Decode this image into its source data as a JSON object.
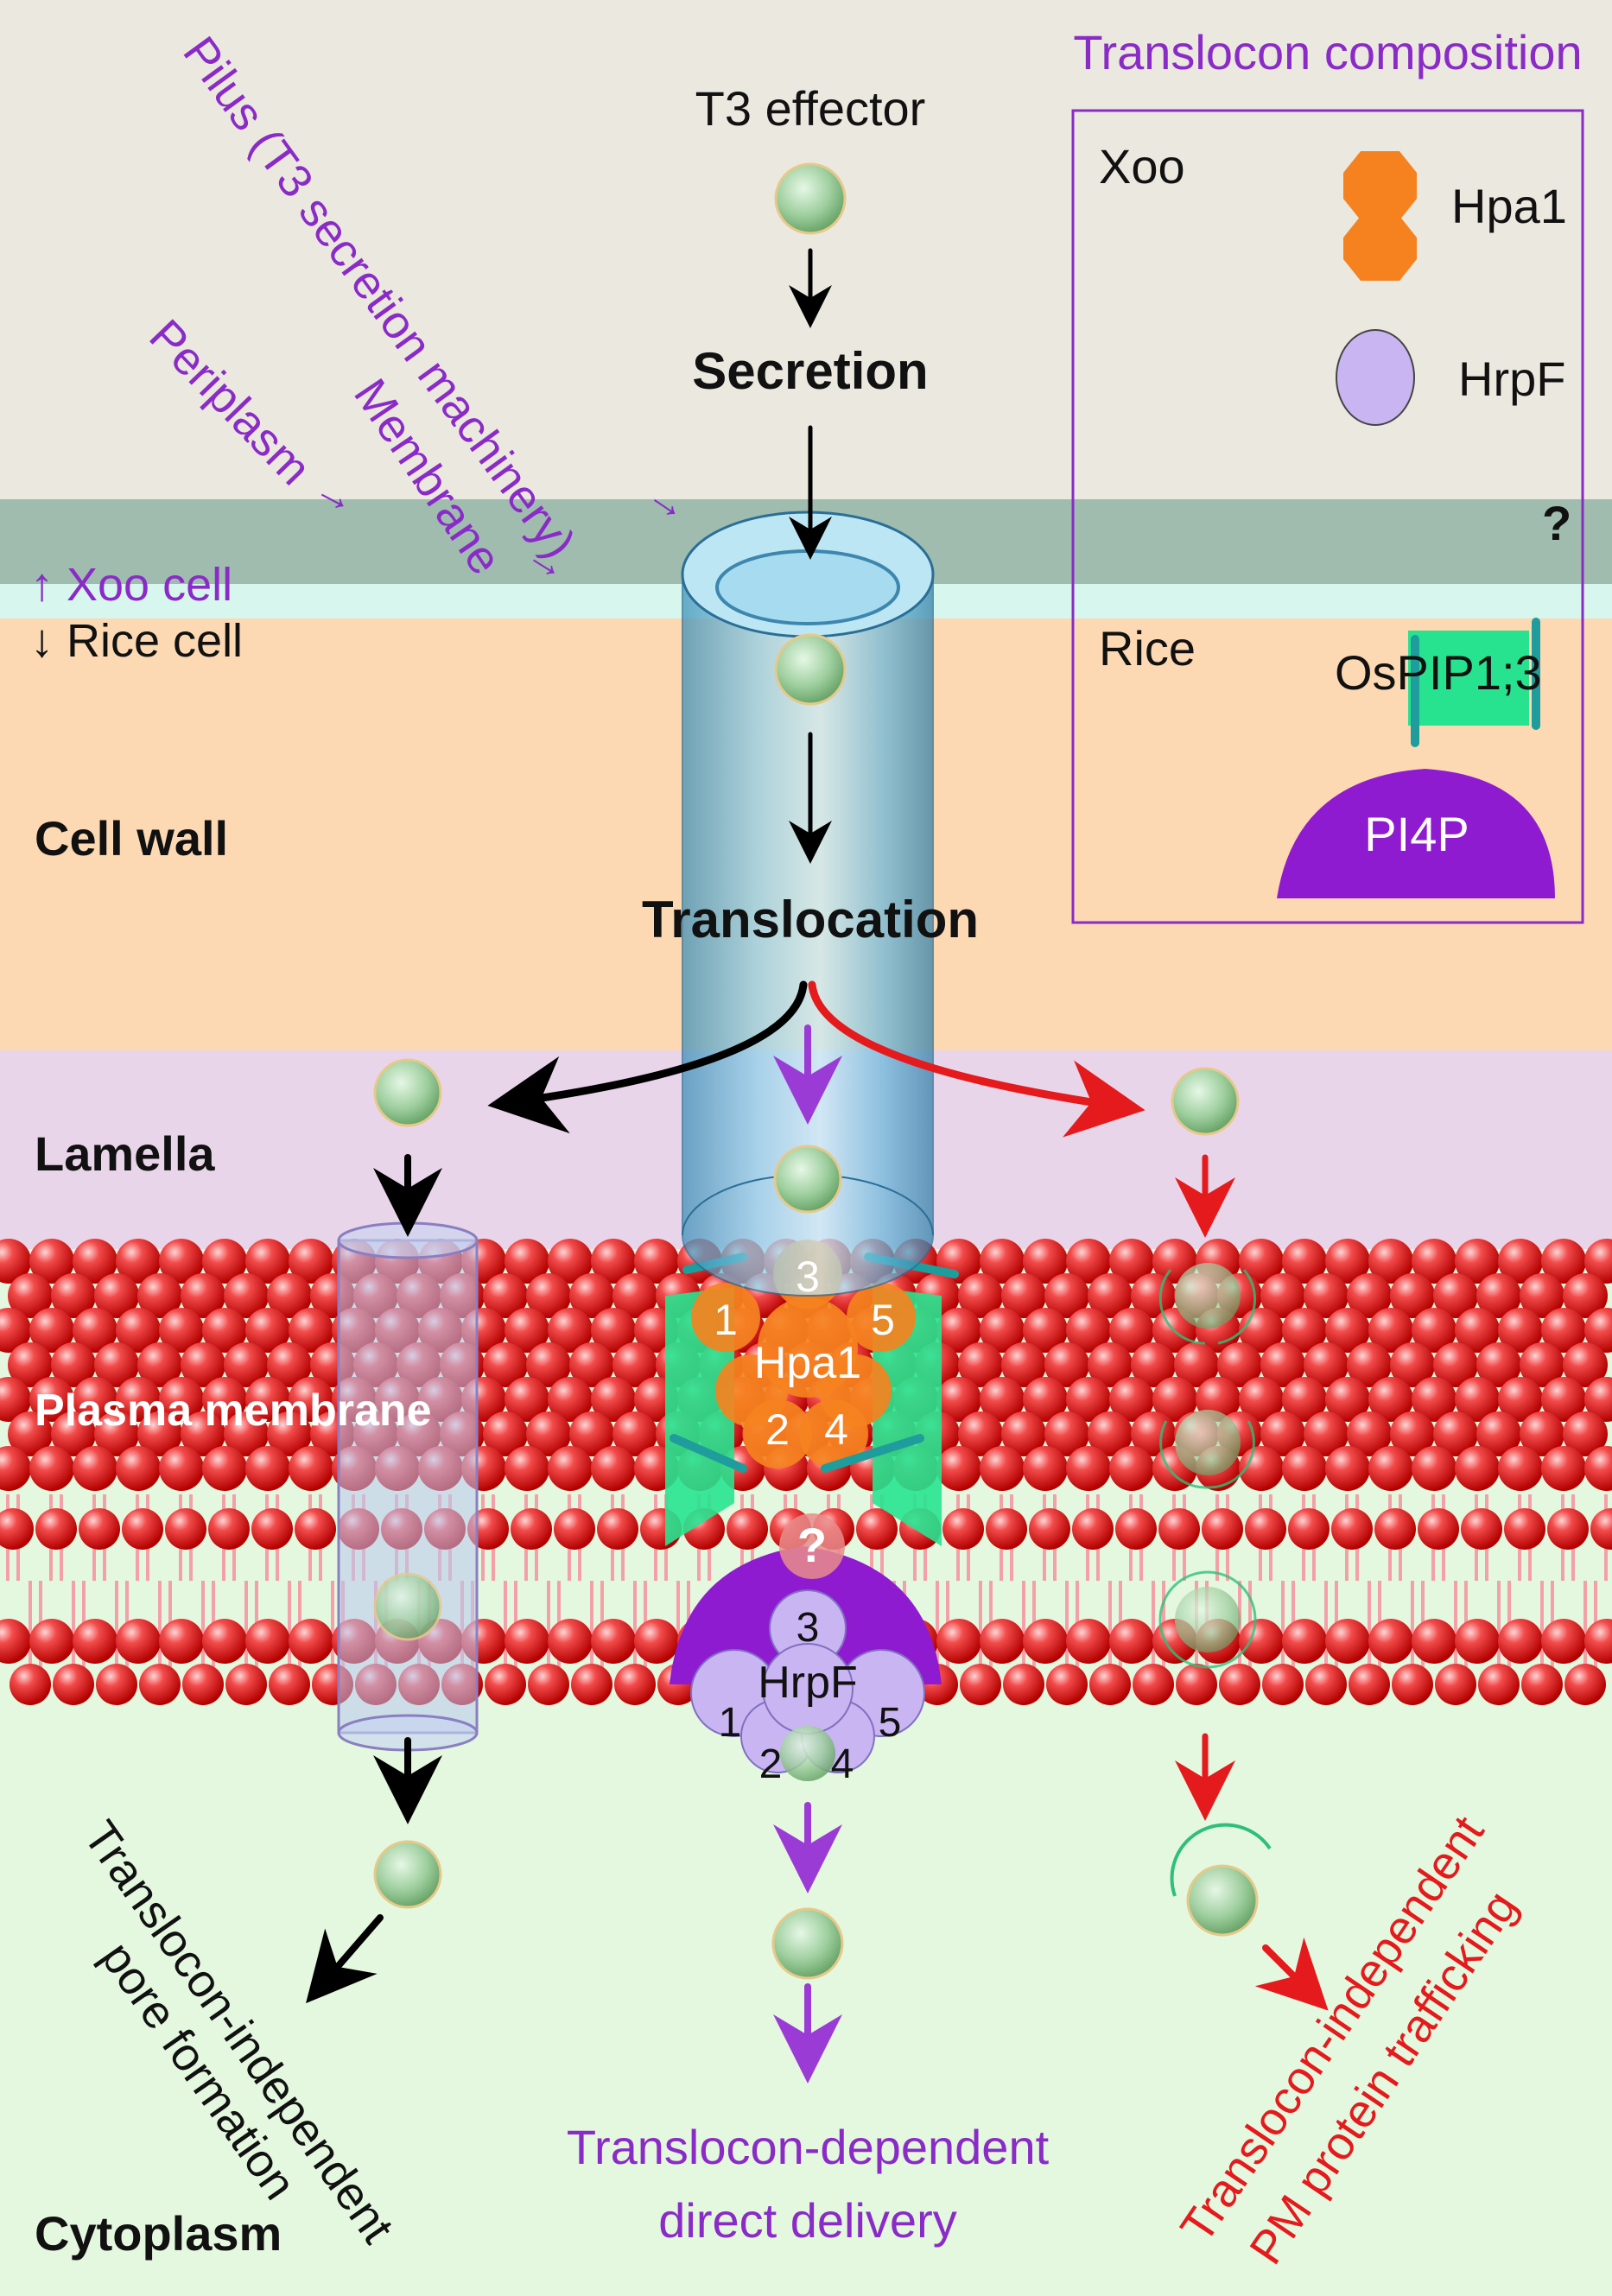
{
  "colors": {
    "periplasm_bg": "#ebe8e0",
    "outer_band": "#9fbcae",
    "inner_band": "#d7f7ee",
    "cell_wall": "#fcd8b3",
    "lamella": "#e9d5e9",
    "cytoplasm": "#e4f7df",
    "purple_label": "#8a2bc8",
    "red_path": "#e41a1c",
    "hpa1": "#f5821f",
    "hrpf": "#c9b5f2",
    "ospip": "#27e38f",
    "pi4p": "#8f1bd1"
  },
  "header": {
    "t3_effector": "T3 effector",
    "secretion": "Secretion",
    "translocation": "Translocation"
  },
  "labels": {
    "pilus": "Pilus (T3 secretion machinery)",
    "membrane": "Membrane",
    "periplasm": "Periplasm",
    "xoo_cell": "↑ Xoo cell",
    "rice_cell": "↓ Rice cell",
    "cell_wall": "Cell wall",
    "lamella": "Lamella",
    "plasma_membrane": "Plasma membrane",
    "cytoplasm": "Cytoplasm",
    "arrow_glyph": "→"
  },
  "translocon_box": {
    "title": "Translocon composition",
    "xoo": "Xoo",
    "hpa1": "Hpa1",
    "hrpf": "HrpF",
    "question": "?",
    "rice": "Rice",
    "ospip": "OsPIP1;3",
    "pi4p": "PI4P"
  },
  "complex": {
    "hpa1_label": "Hpa1",
    "hrpf_label": "HrpF",
    "question": "?",
    "n1": "1",
    "n2": "2",
    "n3": "3",
    "n4": "4",
    "n5": "5"
  },
  "pathways": {
    "left_line1": "Translocon-independent",
    "left_line2": "pore formation",
    "center_line1": "Translocon-dependent",
    "center_line2": "direct delivery",
    "right_line1": "Translocon-independent",
    "right_line2": "PM protein trafficking"
  }
}
